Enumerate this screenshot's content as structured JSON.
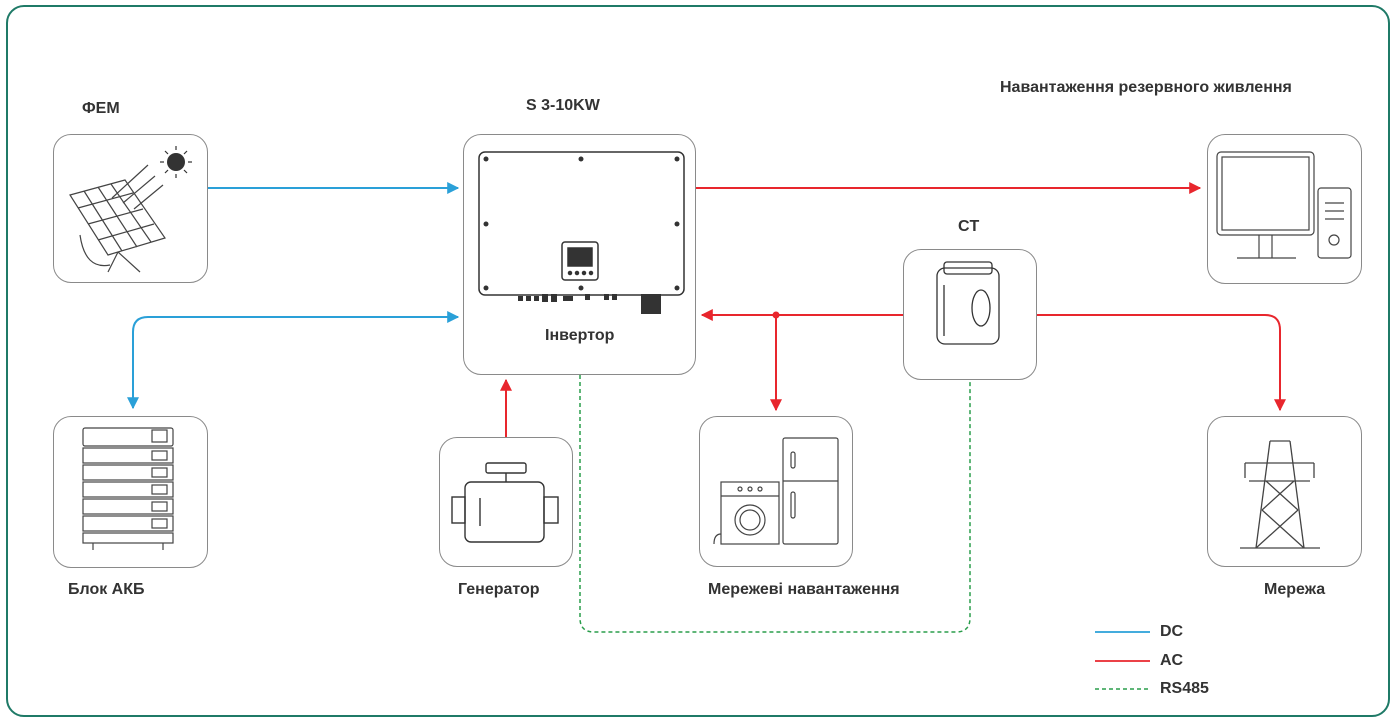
{
  "labels": {
    "pv": "ФЕМ",
    "inverter_model": "S 3-10KW",
    "inverter": "Інвертор",
    "backup_load": "Навантаження резервного живлення",
    "ct": "CT",
    "battery": "Блок АКБ",
    "generator": "Генератор",
    "grid_loads": "Мережеві навантаження",
    "grid": "Мережа"
  },
  "legend": [
    {
      "label": "DC",
      "color": "#2aa0d8",
      "style": "solid"
    },
    {
      "label": "AC",
      "color": "#e8262d",
      "style": "solid"
    },
    {
      "label": "RS485",
      "color": "#2a9d4b",
      "style": "dashed"
    }
  ],
  "colors": {
    "dc": "#2aa0d8",
    "ac": "#e8262d",
    "rs485": "#2a9d4b",
    "frame": "#1f7a67",
    "icon": "#333333"
  }
}
